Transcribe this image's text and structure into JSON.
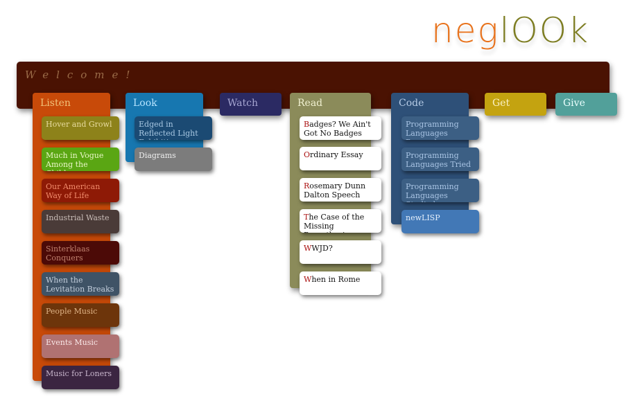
{
  "logo": {
    "part1": "neg",
    "part2": "lOOk"
  },
  "welcome": "Welcome!",
  "columns": {
    "listen": {
      "label": "Listen",
      "items": [
        "Hover and Growl",
        "Much in Vogue Among the Children",
        "Our American Way of Life",
        "Industrial Waste",
        "Sinterklaas Conquers",
        "When the Levitation Breaks",
        "People Music",
        "Events Music",
        "Music for Loners"
      ]
    },
    "look": {
      "label": "Look",
      "items": [
        "Edged in Reflected Light Exhibition",
        "Diagrams"
      ]
    },
    "watch": {
      "label": "Watch"
    },
    "read": {
      "label": "Read",
      "items": [
        "Badges? We Ain't Got No Badges",
        "Ordinary Essay",
        "Rosemary Dunn Dalton Speech",
        "The Case of the Missing Parenthesis",
        "WWJD?",
        "When in Rome"
      ]
    },
    "code": {
      "label": "Code",
      "items": [
        "Programming Languages Perused",
        "Programming Languages Tried",
        "Programming Languages Studied",
        "newLISP"
      ]
    },
    "get": {
      "label": "Get"
    },
    "give": {
      "label": "Give"
    }
  },
  "colors": {
    "welcome_bar": "#4a1202",
    "listen": "#c84a09",
    "look": "#1777b0",
    "watch": "#2b2a63",
    "read": "#8b8b5a",
    "code": "#2e5078",
    "get": "#c4a310",
    "give": "#52a09a"
  }
}
